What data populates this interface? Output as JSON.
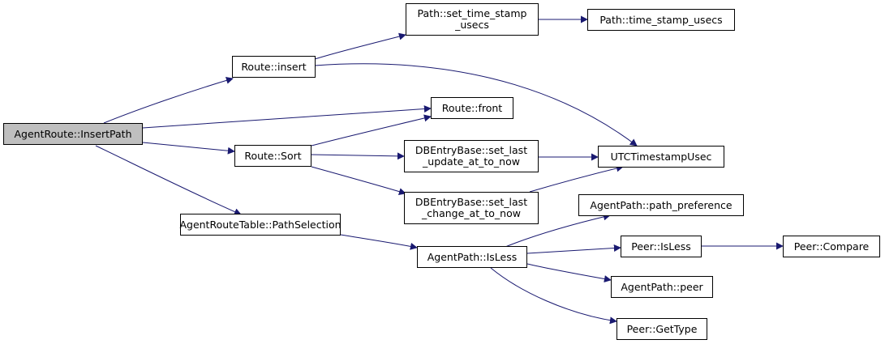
{
  "colors": {
    "edge": "#191970",
    "node_border": "#000000",
    "node_fill": "#ffffff",
    "root_fill": "#bfbfbf"
  },
  "nodes": {
    "agent_route_insert_path": "AgentRoute::InsertPath",
    "route_insert": "Route::insert",
    "path_set_time_stamp_usecs": "Path::set_time_stamp\n_usecs",
    "path_time_stamp_usecs": "Path::time_stamp_usecs",
    "route_front": "Route::front",
    "route_sort": "Route::Sort",
    "dbentry_set_last_update": "DBEntryBase::set_last\n_update_at_to_now",
    "utc_timestamp_usec": "UTCTimestampUsec",
    "dbentry_set_last_change": "DBEntryBase::set_last\n_change_at_to_now",
    "agent_route_table_path_selection": "AgentRouteTable::PathSelection",
    "agent_path_is_less": "AgentPath::IsLess",
    "agent_path_path_preference": "AgentPath::path_preference",
    "peer_is_less": "Peer::IsLess",
    "peer_compare": "Peer::Compare",
    "agent_path_peer": "AgentPath::peer",
    "peer_get_type": "Peer::GetType"
  }
}
